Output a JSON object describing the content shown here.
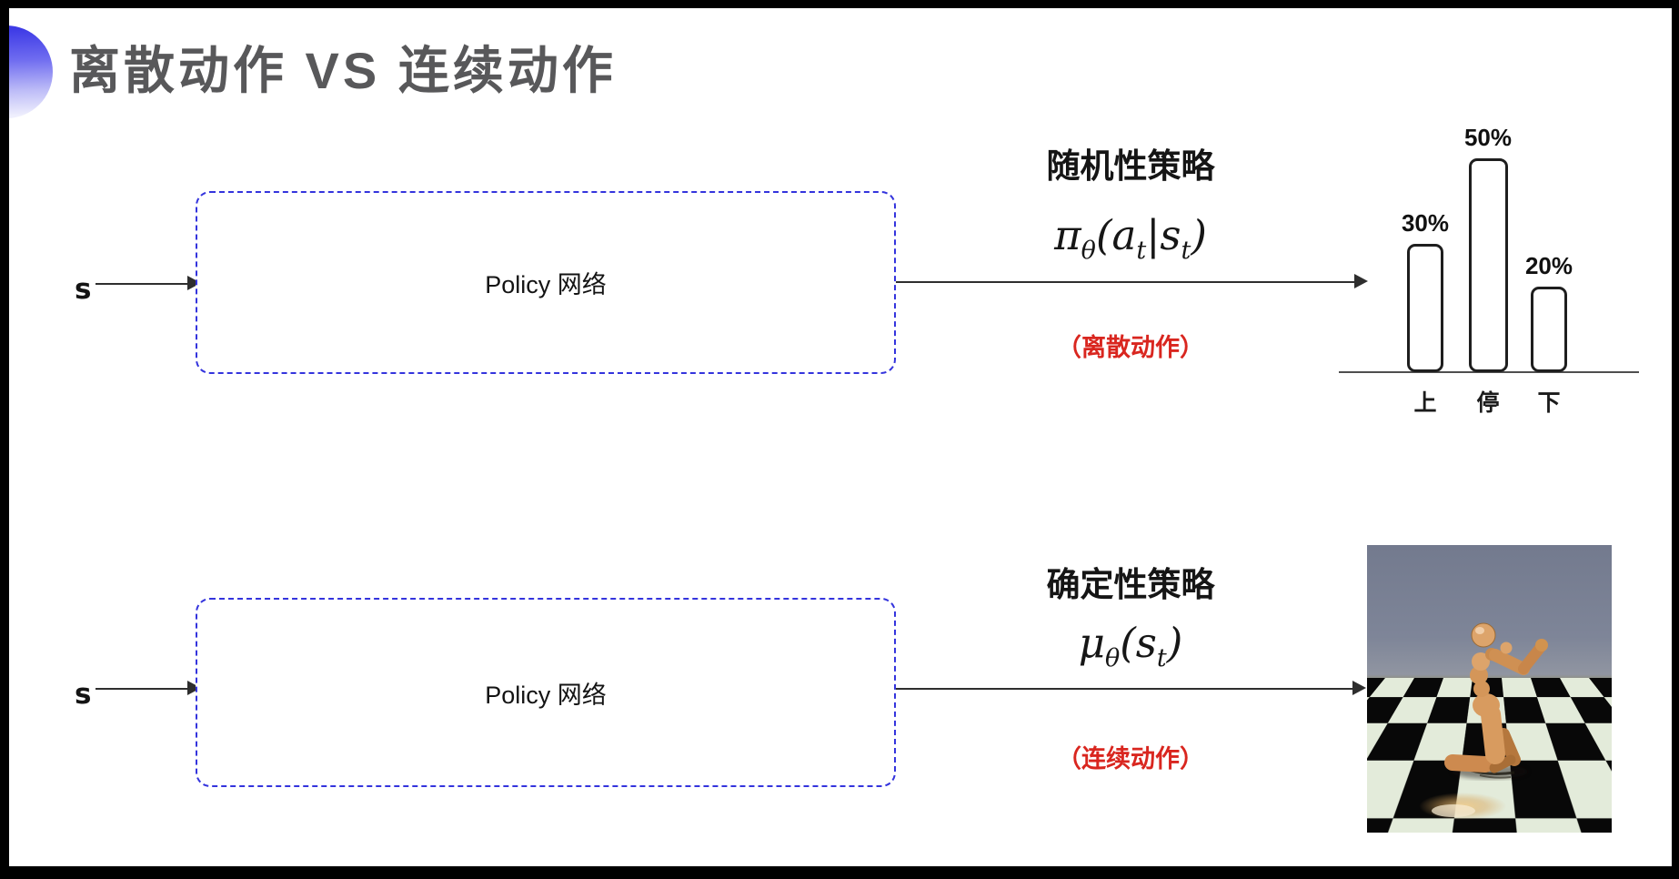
{
  "slide": {
    "title": "离散动作 VS 连续动作",
    "title_color": "#58585a",
    "title_icon": "blue-gradient-semicircle",
    "accent_blue": "#3434dd",
    "note_red": "#d9261f"
  },
  "rows": [
    {
      "input_label": "s",
      "box_label": "Policy 网络",
      "policy_title": "随机性策略",
      "formula_tokens": [
        {
          "t": "π",
          "sub": "θ"
        },
        {
          "t": "("
        },
        {
          "t": "a",
          "sub": "t"
        },
        {
          "t": "|"
        },
        {
          "t": "s",
          "sub": "t"
        },
        {
          "t": ")"
        }
      ],
      "action_note": "（离散动作）"
    },
    {
      "input_label": "s",
      "box_label": "Policy 网络",
      "policy_title": "确定性策略",
      "formula_tokens": [
        {
          "t": "μ",
          "sub": "θ"
        },
        {
          "t": "("
        },
        {
          "t": "s",
          "sub": "t"
        },
        {
          "t": ")"
        }
      ],
      "action_note": "（连续动作）"
    }
  ],
  "chart_data": {
    "type": "bar",
    "categories": [
      "上",
      "停",
      "下"
    ],
    "values": [
      30,
      50,
      20
    ],
    "value_labels": [
      "30%",
      "50%",
      "20%"
    ],
    "title": "",
    "xlabel": "",
    "ylim": [
      0,
      55
    ],
    "grid": false,
    "legend": false,
    "bar_fill": "#ffffff",
    "bar_border": "#1e1e1e"
  },
  "sim_image": {
    "description": "MuJoCo-style humanoid robot running on a black-and-white checkerboard floor under a gray-blue sky",
    "sky_color": "#7c8396",
    "floor_light": "#e3ebda",
    "floor_dark": "#080808",
    "robot_color": "#d89b5f"
  }
}
